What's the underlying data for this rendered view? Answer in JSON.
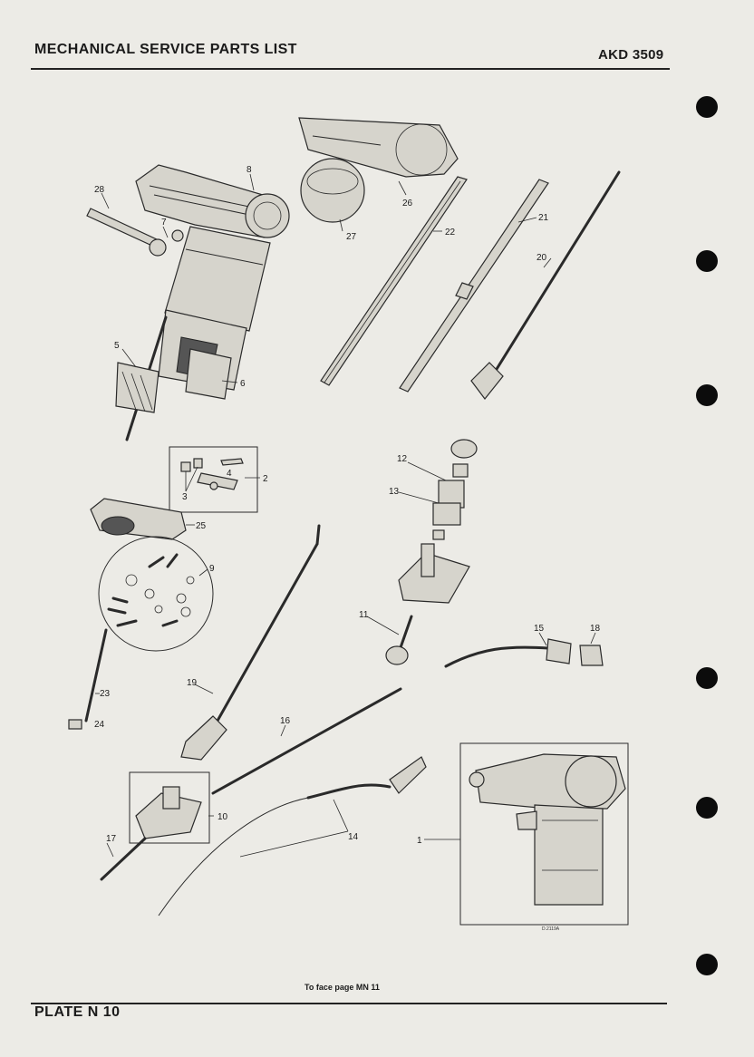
{
  "header": {
    "title": "MECHANICAL SERVICE PARTS LIST",
    "code": "AKD 3509"
  },
  "footer": {
    "note": "To face page MN 11",
    "plate": "PLATE N 10"
  },
  "figure": {
    "reference": "D.2119A",
    "callouts": [
      "28",
      "8",
      "7",
      "5",
      "6",
      "2",
      "3",
      "4",
      "25",
      "9",
      "23",
      "24",
      "26",
      "27",
      "22",
      "21",
      "20",
      "12",
      "13",
      "11",
      "15",
      "18",
      "19",
      "16",
      "10",
      "17",
      "14",
      "1"
    ]
  }
}
